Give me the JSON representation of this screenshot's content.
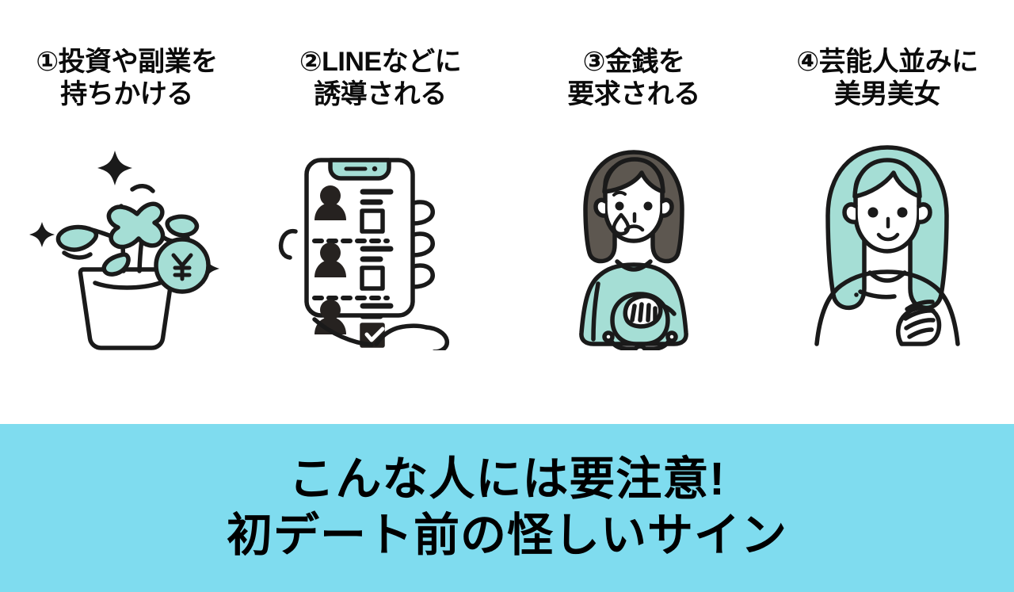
{
  "page": {
    "background_color": "#ffffff",
    "banner_color": "#7fdcef",
    "ink_color": "#1a1a1a",
    "accent_mint": "#a5ded5",
    "hair_dark": "#5d5750"
  },
  "cards": [
    {
      "heading": "①投資や副業を\n持ちかける",
      "illustration_name": "money-plant-illustration",
      "illustration_parts": [
        "banknote",
        "yen-coin",
        "plant-leaves",
        "flower-pot",
        "sparkles"
      ]
    },
    {
      "heading": "②LINEなどに\n誘導される",
      "illustration_name": "smartphone-contacts-illustration",
      "illustration_parts": [
        "smartphone",
        "contact-avatars",
        "checkboxes",
        "checked-checkbox",
        "pointing-hand"
      ]
    },
    {
      "heading": "③金銭を\n要求される",
      "illustration_name": "worried-woman-wallet-illustration",
      "illustration_parts": [
        "worried-woman",
        "tear-drop",
        "coin-purse",
        "hand"
      ]
    },
    {
      "heading": "④芸能人並みに\n美男美女",
      "illustration_name": "beautiful-woman-illustration",
      "illustration_parts": [
        "long-haired-woman",
        "smiling-face",
        "hand-on-chest"
      ]
    }
  ],
  "banner": {
    "line1": "こんな人には要注意!",
    "line2": "初デート前の怪しいサイン"
  }
}
